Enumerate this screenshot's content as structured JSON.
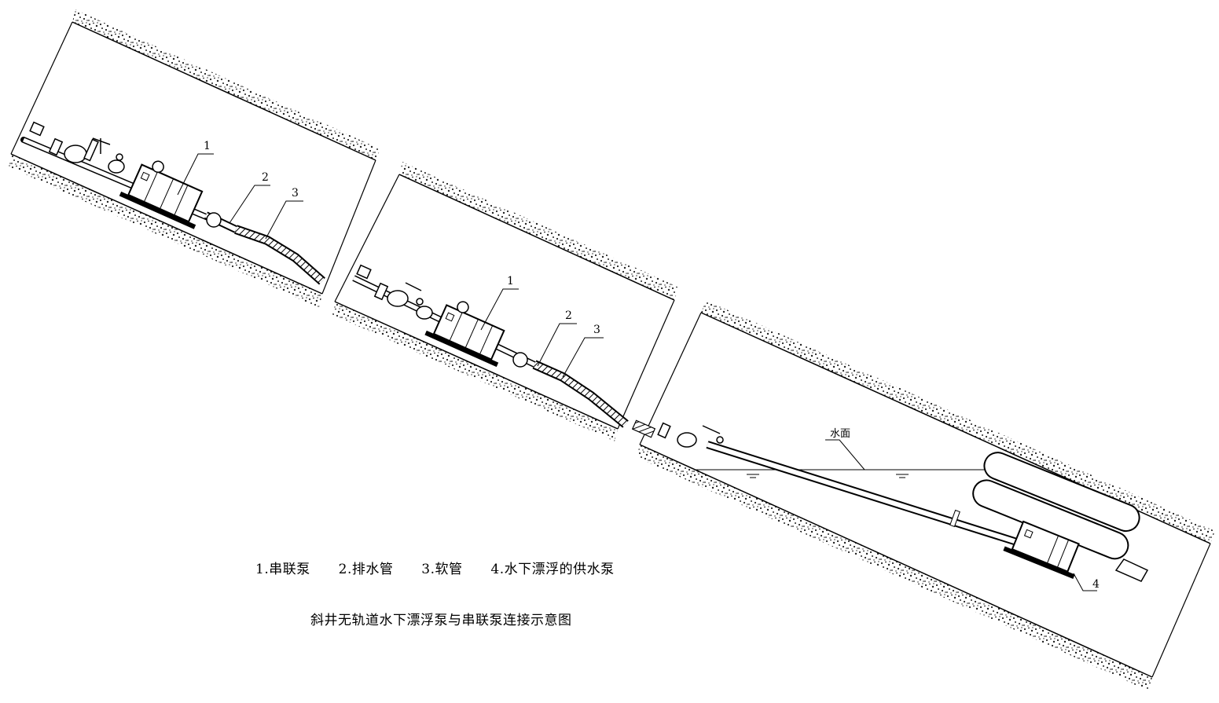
{
  "callouts": {
    "panel1": {
      "n1": "1",
      "n2": "2",
      "n3": "3"
    },
    "panel2": {
      "n1": "1",
      "n2": "2",
      "n3": "3"
    },
    "panel3": {
      "n4": "4",
      "water_surface": "水面"
    }
  },
  "legend": {
    "item1": "1.串联泵",
    "item2": "2.排水管",
    "item3": "3.软管",
    "item4": "4.水下漂浮的供水泵"
  },
  "caption": "斜井无轨道水下漂浮泵与串联泵连接示意图"
}
